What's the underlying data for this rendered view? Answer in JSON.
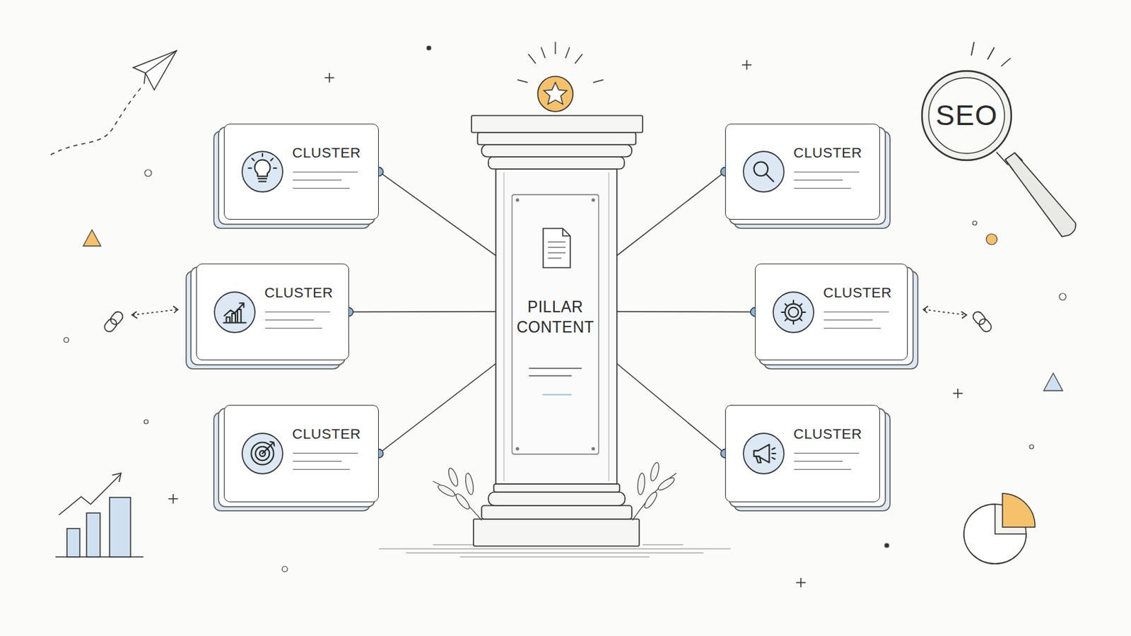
{
  "diagram": {
    "nodes": [
      {
        "text": [
          "PILLAR CONTENT"
        ]
      },
      {
        "text": [
          "CLUSTER"
        ]
      },
      {
        "text": [
          "CLUSTER"
        ]
      },
      {
        "text": [
          "CLUSTER"
        ]
      },
      {
        "text": [
          "CLUSTER"
        ]
      },
      {
        "text": [
          "CLUSTER"
        ]
      },
      {
        "text": [
          "CLUSTER"
        ]
      },
      {
        "text": [
          "SEO"
        ]
      }
    ],
    "edges": [
      {
        "from": 0,
        "to": 1,
        "arrow": "none"
      },
      {
        "from": 0,
        "to": 2,
        "arrow": "none"
      },
      {
        "from": 0,
        "to": 3,
        "arrow": "none"
      },
      {
        "from": 0,
        "to": 4,
        "arrow": "none"
      },
      {
        "from": 0,
        "to": 5,
        "arrow": "none"
      },
      {
        "from": 0,
        "to": 6,
        "arrow": "none"
      }
    ]
  }
}
